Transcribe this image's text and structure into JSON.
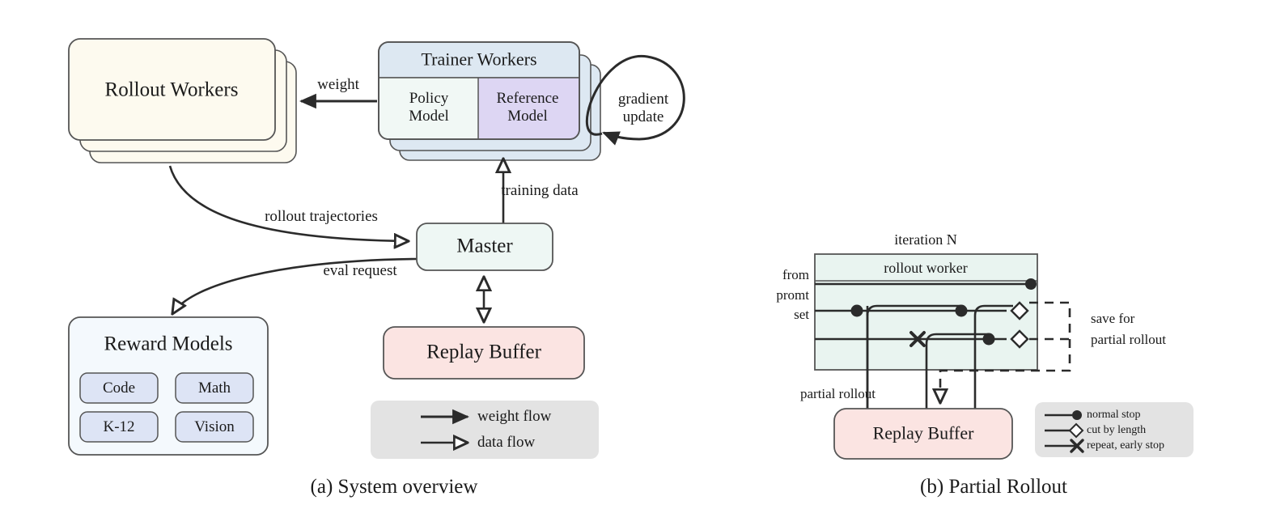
{
  "figure": {
    "captions": {
      "a": "(a) System overview",
      "b": "(b) Partial Rollout"
    }
  },
  "system_overview": {
    "nodes": {
      "rollout_workers": {
        "label": "Rollout Workers",
        "fill": "#fdfaef",
        "stacked": true,
        "layers": 3
      },
      "trainer_workers": {
        "label": "Trainer Workers",
        "fill": "#dde8f2",
        "stacked": true,
        "layers": 3
      },
      "policy_model": {
        "label_line1": "Policy",
        "label_line2": "Model",
        "fill": "#f1f8f5"
      },
      "reference_model": {
        "label_line1": "Reference",
        "label_line2": "Model",
        "fill": "#ddd6f3"
      },
      "master": {
        "label": "Master",
        "fill": "#eef7f4"
      },
      "replay_buffer": {
        "label": "Replay Buffer",
        "fill": "#fbe4e2"
      },
      "reward_models": {
        "label": "Reward Models",
        "fill": "#f4f9fd"
      }
    },
    "reward_model_items": [
      {
        "label": "Code",
        "fill": "#dde4f5"
      },
      {
        "label": "Math",
        "fill": "#dde4f5"
      },
      {
        "label": "K-12",
        "fill": "#dde4f5"
      },
      {
        "label": "Vision",
        "fill": "#dde4f5"
      }
    ],
    "edges": [
      {
        "label": "weight",
        "kind": "weight-flow",
        "from": "trainer_workers",
        "to": "rollout_workers"
      },
      {
        "label": "gradient\nupdate",
        "label_line1": "gradient",
        "label_line2": "update",
        "kind": "weight-flow",
        "from": "trainer_workers",
        "to": "trainer_workers"
      },
      {
        "label": "training data",
        "kind": "data-flow",
        "from": "master",
        "to": "trainer_workers"
      },
      {
        "label": "rollout trajectories",
        "kind": "data-flow",
        "from": "rollout_workers",
        "to": "master"
      },
      {
        "label": "eval request",
        "kind": "data-flow",
        "from": "master",
        "to": "reward_models"
      }
    ],
    "legend": {
      "background": "#e3e3e3",
      "items": [
        {
          "label": "weight flow",
          "marker": "solid-arrowhead"
        },
        {
          "label": "data flow",
          "marker": "hollow-arrowhead"
        }
      ]
    }
  },
  "partial_rollout": {
    "iteration_label": "iteration N",
    "worker_box": {
      "label": "rollout worker",
      "fill": "#e9f4f0"
    },
    "source_label": {
      "line1": "from",
      "line2": "promt",
      "line3": "set"
    },
    "partial_rollout_label": "partial rollout",
    "save_label": {
      "line1": "save for",
      "line2": "partial rollout"
    },
    "replay_buffer": {
      "label": "Replay Buffer",
      "fill": "#fbe4e2"
    },
    "tracks": [
      {
        "id": 1,
        "end_marker": "normal-stop"
      },
      {
        "id": 2,
        "markers": [
          "normal-stop",
          "normal-stop"
        ],
        "end_marker": "cut-by-length"
      },
      {
        "id": 3,
        "markers": [
          "repeat-early-stop",
          "normal-stop"
        ],
        "end_marker": "cut-by-length"
      }
    ],
    "legend": {
      "background": "#e3e3e3",
      "items": [
        {
          "label": "normal stop",
          "marker": "filled-circle"
        },
        {
          "label": "cut by length",
          "marker": "hollow-diamond"
        },
        {
          "label": "repeat, early stop",
          "marker": "cross"
        }
      ]
    }
  },
  "colors": {
    "stroke": "#2b2b2b",
    "cream": "#fdfaef",
    "blue": "#dde8f2",
    "lavender": "#ddd6f3",
    "mint": "#eef7f4",
    "pink": "#fbe4e2",
    "legend_grey": "#e3e3e3"
  }
}
